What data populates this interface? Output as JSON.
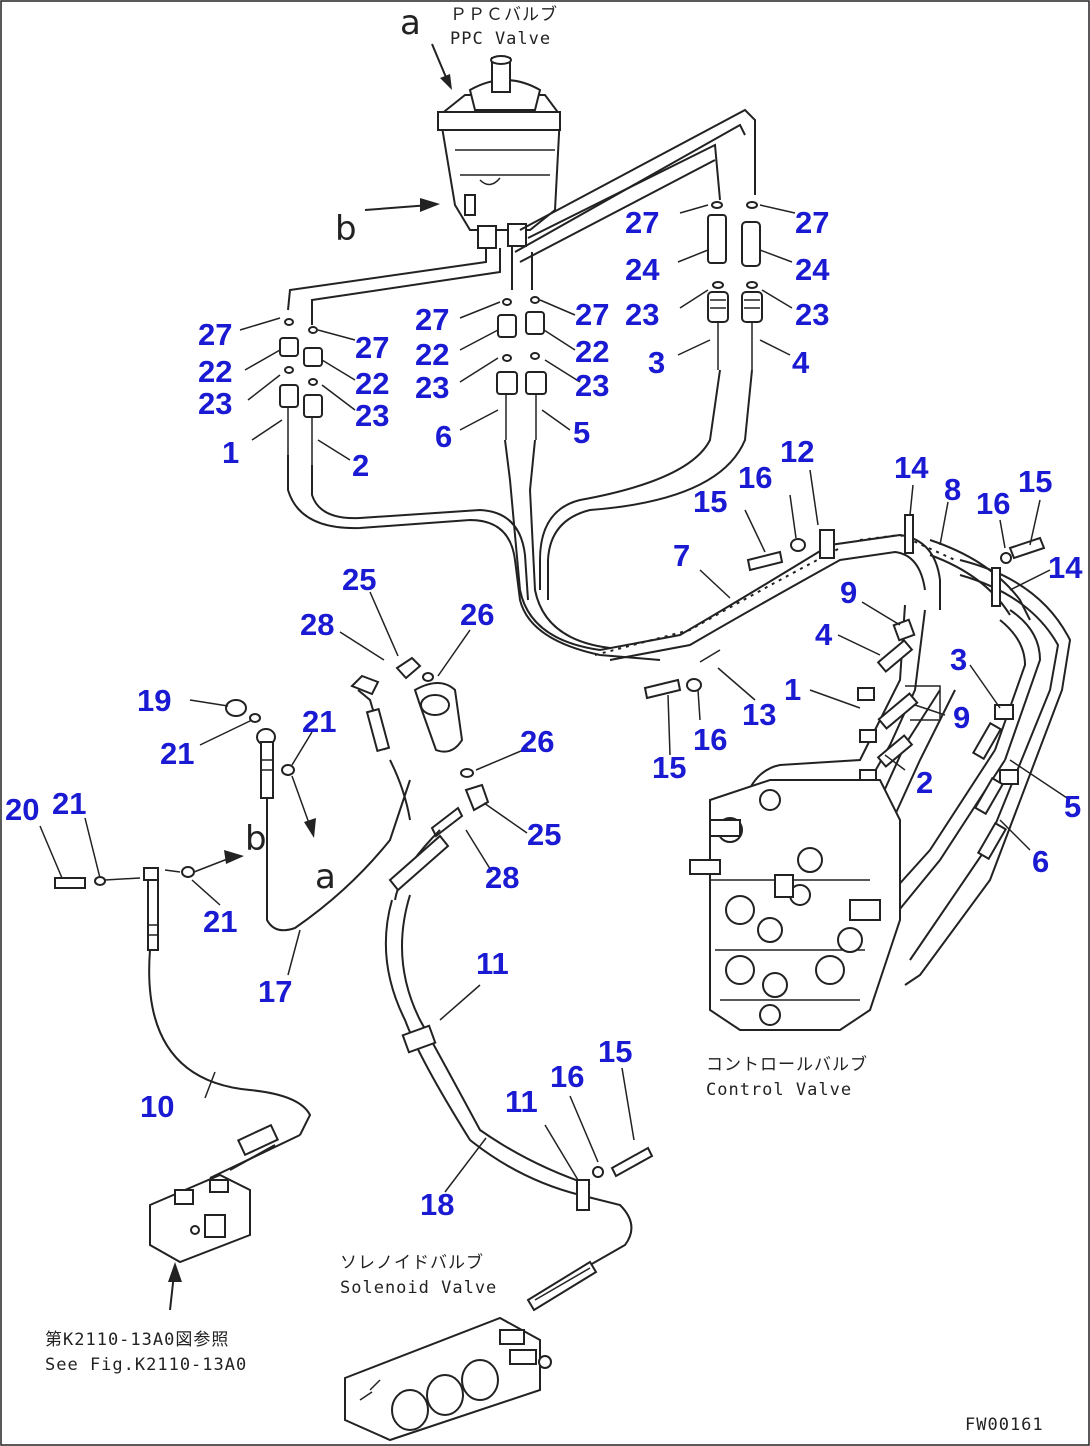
{
  "labels": {
    "ppc_jp": "ＰＰＣバルブ",
    "ppc_en": "PPC Valve",
    "control_jp": "コントロールバルブ",
    "control_en": "Control Valve",
    "solenoid_jp": "ソレノイドバルブ",
    "solenoid_en": "Solenoid Valve",
    "ref_jp": "第K2110-13A0図参照",
    "ref_en": "See Fig.K2110-13A0",
    "drawing_code": "FW00161",
    "view_a": "a",
    "view_b": "b"
  },
  "callouts": [
    {
      "id": "c27a",
      "text": "27"
    },
    {
      "id": "c24a",
      "text": "24"
    },
    {
      "id": "c23a",
      "text": "23"
    },
    {
      "id": "c3a",
      "text": "3"
    },
    {
      "id": "c27b",
      "text": "27"
    },
    {
      "id": "c24b",
      "text": "24"
    },
    {
      "id": "c23b",
      "text": "23"
    },
    {
      "id": "c4a",
      "text": "4"
    },
    {
      "id": "c27c",
      "text": "27"
    },
    {
      "id": "c22a",
      "text": "22"
    },
    {
      "id": "c23c",
      "text": "23"
    },
    {
      "id": "c1a",
      "text": "1"
    },
    {
      "id": "c27d",
      "text": "27"
    },
    {
      "id": "c22b",
      "text": "22"
    },
    {
      "id": "c23d",
      "text": "23"
    },
    {
      "id": "c2a",
      "text": "2"
    },
    {
      "id": "c27e",
      "text": "27"
    },
    {
      "id": "c22c",
      "text": "22"
    },
    {
      "id": "c23e",
      "text": "23"
    },
    {
      "id": "c6a",
      "text": "6"
    },
    {
      "id": "c27f",
      "text": "27"
    },
    {
      "id": "c22d",
      "text": "22"
    },
    {
      "id": "c23f",
      "text": "23"
    },
    {
      "id": "c5a",
      "text": "5"
    },
    {
      "id": "c12",
      "text": "12"
    },
    {
      "id": "c16a",
      "text": "16"
    },
    {
      "id": "c15a",
      "text": "15"
    },
    {
      "id": "c14a",
      "text": "14"
    },
    {
      "id": "c8",
      "text": "8"
    },
    {
      "id": "c16b",
      "text": "16"
    },
    {
      "id": "c15b",
      "text": "15"
    },
    {
      "id": "c14b",
      "text": "14"
    },
    {
      "id": "c7",
      "text": "7"
    },
    {
      "id": "c9a",
      "text": "9"
    },
    {
      "id": "c4b",
      "text": "4"
    },
    {
      "id": "c3b",
      "text": "3"
    },
    {
      "id": "c1b",
      "text": "1"
    },
    {
      "id": "c9b",
      "text": "9"
    },
    {
      "id": "c13",
      "text": "13"
    },
    {
      "id": "c16c",
      "text": "16"
    },
    {
      "id": "c15c",
      "text": "15"
    },
    {
      "id": "c2b",
      "text": "2"
    },
    {
      "id": "c5b",
      "text": "5"
    },
    {
      "id": "c6b",
      "text": "6"
    },
    {
      "id": "c25a",
      "text": "25"
    },
    {
      "id": "c28a",
      "text": "28"
    },
    {
      "id": "c26a",
      "text": "26"
    },
    {
      "id": "c19",
      "text": "19"
    },
    {
      "id": "c21a",
      "text": "21"
    },
    {
      "id": "c21b",
      "text": "21"
    },
    {
      "id": "c26b",
      "text": "26"
    },
    {
      "id": "c25b",
      "text": "25"
    },
    {
      "id": "c20",
      "text": "20"
    },
    {
      "id": "c21c",
      "text": "21"
    },
    {
      "id": "c21d",
      "text": "21"
    },
    {
      "id": "c28b",
      "text": "28"
    },
    {
      "id": "c17",
      "text": "17"
    },
    {
      "id": "c11a",
      "text": "11"
    },
    {
      "id": "c10",
      "text": "10"
    },
    {
      "id": "c15d",
      "text": "15"
    },
    {
      "id": "c16d",
      "text": "16"
    },
    {
      "id": "c11b",
      "text": "11"
    },
    {
      "id": "c18",
      "text": "18"
    }
  ],
  "colors": {
    "callout": "#1a1ad2",
    "line": "#222222"
  }
}
